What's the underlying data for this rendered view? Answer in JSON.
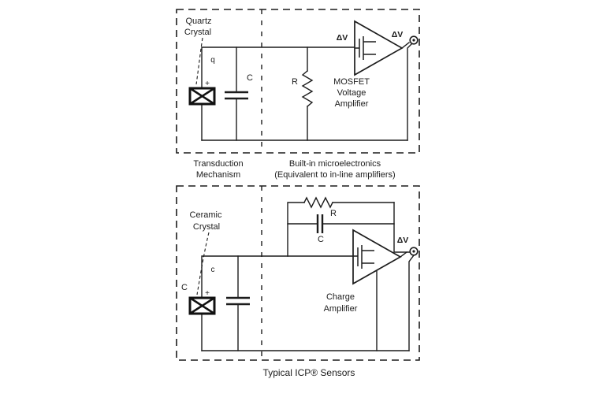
{
  "colors": {
    "background": "#ffffff",
    "ink": "#1c1c1c"
  },
  "caption": "Typical ICP® Sensors",
  "top_panel": {
    "crystal_label": {
      "line1": "Quartz",
      "line2": "Crystal"
    },
    "charge_label": "q",
    "polarity": "+",
    "capacitor_label": "C",
    "resistor_label": "R",
    "amp_input_label": "ΔV",
    "amp_output_label": "ΔV",
    "amp_name": {
      "line1": "MOSFET",
      "line2": "Voltage",
      "line3": "Amplifier"
    },
    "section_caption_left": {
      "line1": "Transduction",
      "line2": "Mechanism"
    },
    "section_caption_right": {
      "line1": "Built-in microelectronics",
      "line2": "(Equivalent to in-line amplifiers)"
    }
  },
  "bottom_panel": {
    "crystal_label": {
      "line1": "Ceramic",
      "line2": "Crystal"
    },
    "charge_label": "c",
    "crystal_capacitance_label": "C",
    "polarity": "+",
    "feedback_resistor_label": "R",
    "feedback_capacitor_label": "C",
    "amp_output_label": "ΔV",
    "amp_name": {
      "line1": "Charge",
      "line2": "Amplifier"
    }
  }
}
